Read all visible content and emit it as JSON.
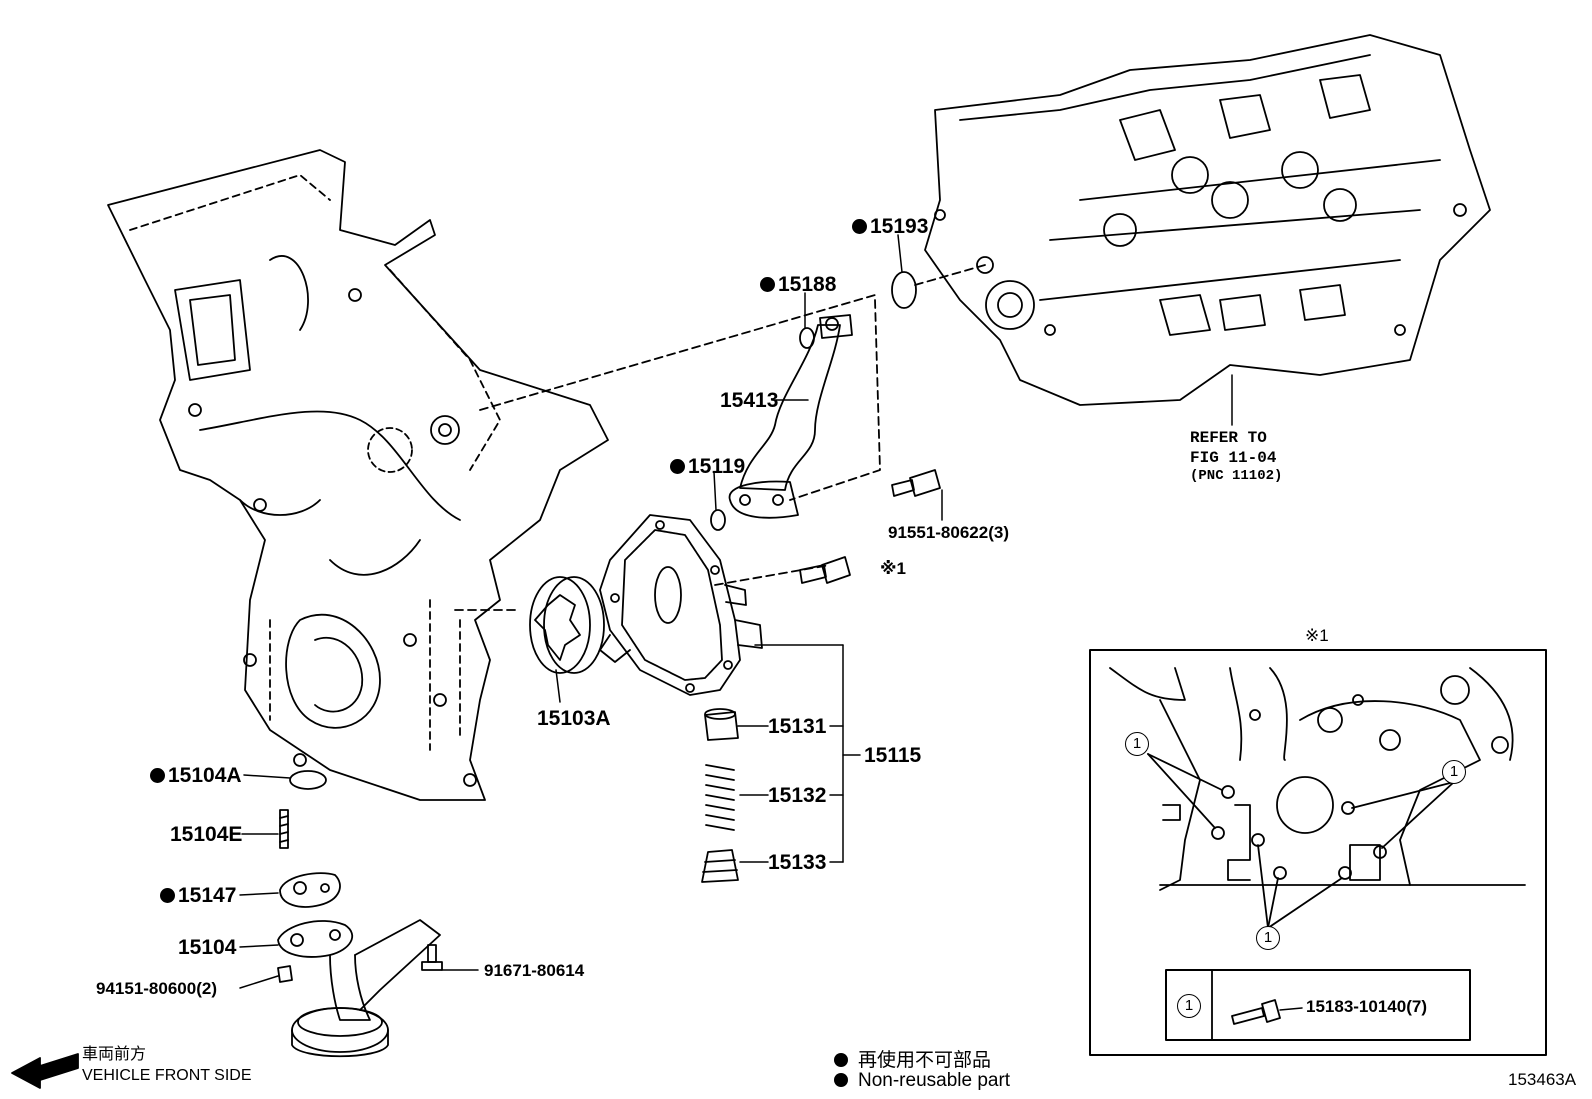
{
  "labels": {
    "p15193": "15193",
    "p15188": "15188",
    "p15413": "15413",
    "p15119": "15119",
    "p91551": "91551-80622(3)",
    "p15103A": "15103A",
    "p15131": "15131",
    "p15132": "15132",
    "p15133": "15133",
    "p15115": "15115",
    "p15104A": "15104A",
    "p15104E": "15104E",
    "p15147": "15147",
    "p15104": "15104",
    "p94151": "94151-80600(2)",
    "p91671": "91671-80614",
    "ref1": "※1",
    "inset_title": "※1",
    "inset_bolt": "15183-10140(7)",
    "circ": "1"
  },
  "reference": {
    "line1": "REFER TO",
    "line2": "FIG 11-04",
    "line3": "(PNC 11102)"
  },
  "front": {
    "jp": "車両前方",
    "en": "VEHICLE FRONT SIDE"
  },
  "legend": {
    "jp": "再使用不可部品",
    "en": "Non-reusable part"
  },
  "figure_number": "153463A"
}
